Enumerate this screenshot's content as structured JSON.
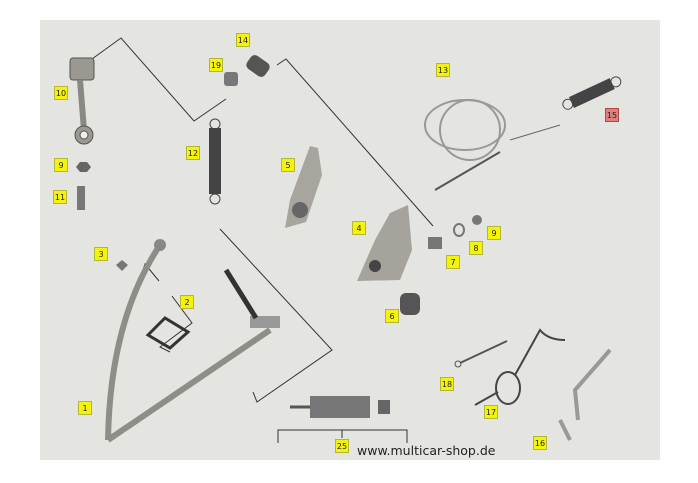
{
  "website": "www.multicar-shop.de",
  "labels": {
    "p1": "1",
    "p2": "2",
    "p3": "3",
    "p4": "4",
    "p5": "5",
    "p6": "6",
    "p7": "7",
    "p8": "8",
    "p9a": "9",
    "p9b": "9",
    "p10": "10",
    "p11": "11",
    "p12": "12",
    "p13": "13",
    "p14": "14",
    "p15": "15",
    "p16": "16",
    "p17": "17",
    "p18": "18",
    "p19": "19",
    "p25": "25"
  },
  "colors": {
    "label": "#f4f40a",
    "highlight_label": "#e07f7f"
  }
}
